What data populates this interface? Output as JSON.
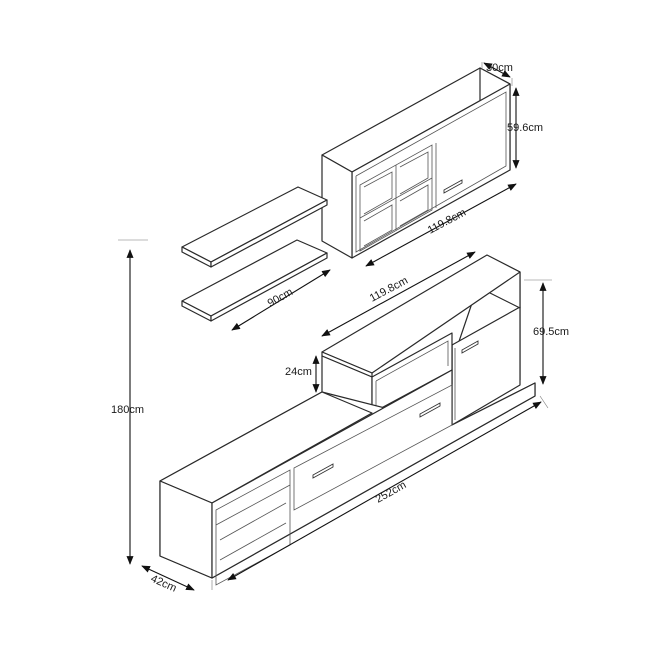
{
  "dimensions": {
    "upper_depth": "30cm",
    "upper_height": "59.6cm",
    "upper_width": "119.8cm",
    "shelf_width": "90cm",
    "middle_width": "119.8cm",
    "tall_cabinet_height": "69.5cm",
    "small_box_height": "24cm",
    "total_height": "180cm",
    "base_width": "252cm",
    "base_depth": "42cm"
  },
  "colors": {
    "line": "#2a2a2a",
    "background": "#ffffff"
  }
}
